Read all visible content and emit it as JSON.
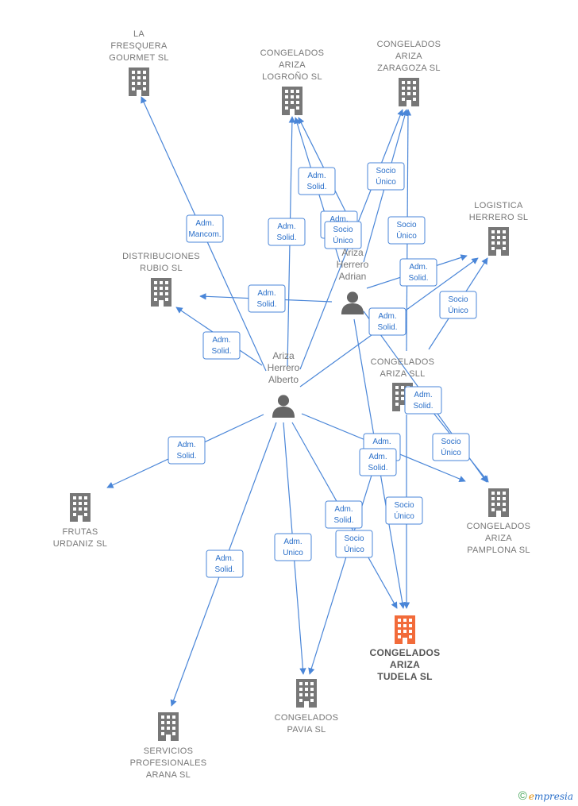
{
  "colors": {
    "edge": "#4a86d8",
    "building": "#777777",
    "focus": "#f26b3a",
    "person": "#666666"
  },
  "companies": [
    {
      "id": "fresquera",
      "lines": [
        "LA",
        "FRESQUERA",
        "GOURMET  SL"
      ]
    },
    {
      "id": "logrono",
      "lines": [
        "CONGELADOS",
        "ARIZA",
        "LOGROÑO  SL"
      ]
    },
    {
      "id": "zaragoza",
      "lines": [
        "CONGELADOS",
        "ARIZA",
        "ZARAGOZA  SL"
      ]
    },
    {
      "id": "logistica",
      "lines": [
        "LOGISTICA",
        "HERRERO  SL"
      ]
    },
    {
      "id": "distribuciones",
      "lines": [
        "DISTRIBUCIONES",
        "RUBIO SL"
      ]
    },
    {
      "id": "sll",
      "lines": [
        "CONGELADOS",
        "ARIZA  SLL"
      ]
    },
    {
      "id": "frutas",
      "lines": [
        "FRUTAS",
        "URDANIZ  SL"
      ]
    },
    {
      "id": "pamplona",
      "lines": [
        "CONGELADOS",
        "ARIZA",
        "PAMPLONA  SL"
      ]
    },
    {
      "id": "tudela",
      "lines": [
        "CONGELADOS",
        "ARIZA",
        "TUDELA  SL"
      ],
      "focus": true
    },
    {
      "id": "pavia",
      "lines": [
        "CONGELADOS",
        "PAVIA SL"
      ]
    },
    {
      "id": "servicios",
      "lines": [
        "SERVICIOS",
        "PROFESIONALES",
        "ARANA  SL"
      ]
    }
  ],
  "persons": [
    {
      "id": "adrian",
      "lines": [
        "Ariza",
        "Herrero",
        "Adrian"
      ]
    },
    {
      "id": "alberto",
      "lines": [
        "Ariza",
        "Herrero",
        "Alberto"
      ]
    }
  ],
  "edges": [
    {
      "from": "alberto",
      "to": "fresquera",
      "label": [
        "Adm.",
        "Mancom."
      ]
    },
    {
      "from": "alberto",
      "to": "logrono",
      "label": [
        "Adm.",
        "Solid."
      ]
    },
    {
      "from": "alberto",
      "to": "zaragoza",
      "label": [
        "Adm.",
        "Solid."
      ]
    },
    {
      "from": "alberto",
      "to": "distribuciones",
      "label": [
        "Adm.",
        "Solid."
      ]
    },
    {
      "from": "alberto",
      "to": "logistica",
      "label": [
        "Adm.",
        "Solid."
      ]
    },
    {
      "from": "alberto",
      "to": "frutas",
      "label": [
        "Adm.",
        "Solid."
      ]
    },
    {
      "from": "alberto",
      "to": "servicios",
      "label": [
        "Adm.",
        "Solid."
      ]
    },
    {
      "from": "alberto",
      "to": "pavia",
      "label": [
        "Adm.",
        "Unico"
      ]
    },
    {
      "from": "alberto",
      "to": "tudela",
      "label": [
        "Adm.",
        "Solid."
      ]
    },
    {
      "from": "alberto",
      "to": "pamplona",
      "label": [
        "Adm.",
        "Solid."
      ]
    },
    {
      "from": "adrian",
      "to": "logrono",
      "label": [
        "Adm.",
        "Solid."
      ]
    },
    {
      "from": "adrian",
      "to": "zaragoza",
      "label": [
        "Socio",
        "Único"
      ]
    },
    {
      "from": "adrian",
      "to": "distribuciones",
      "label": [
        "Adm.",
        "Solid."
      ]
    },
    {
      "from": "adrian",
      "to": "logistica",
      "label": [
        "Adm.",
        "Solid."
      ]
    },
    {
      "from": "adrian",
      "to": "pamplona",
      "label": [
        "Adm.",
        "Solid."
      ]
    },
    {
      "from": "adrian",
      "to": "tudela",
      "label": [
        "Adm.",
        "Solid."
      ]
    },
    {
      "from": "sll",
      "to": "logrono",
      "label": [
        "Socio",
        "Único"
      ]
    },
    {
      "from": "sll",
      "to": "zaragoza",
      "label": [
        "Socio",
        "Único"
      ]
    },
    {
      "from": "sll",
      "to": "logistica",
      "label": [
        "Socio",
        "Único"
      ]
    },
    {
      "from": "sll",
      "to": "pamplona",
      "label": [
        "Socio",
        "Único"
      ]
    },
    {
      "from": "sll",
      "to": "tudela",
      "label": [
        "Socio",
        "Único"
      ]
    },
    {
      "from": "sll",
      "to": "pavia",
      "label": [
        "Socio",
        "Único"
      ]
    }
  ],
  "footer": {
    "copyright": "©",
    "brand_initial": "e",
    "brand_rest": "mpresia"
  }
}
